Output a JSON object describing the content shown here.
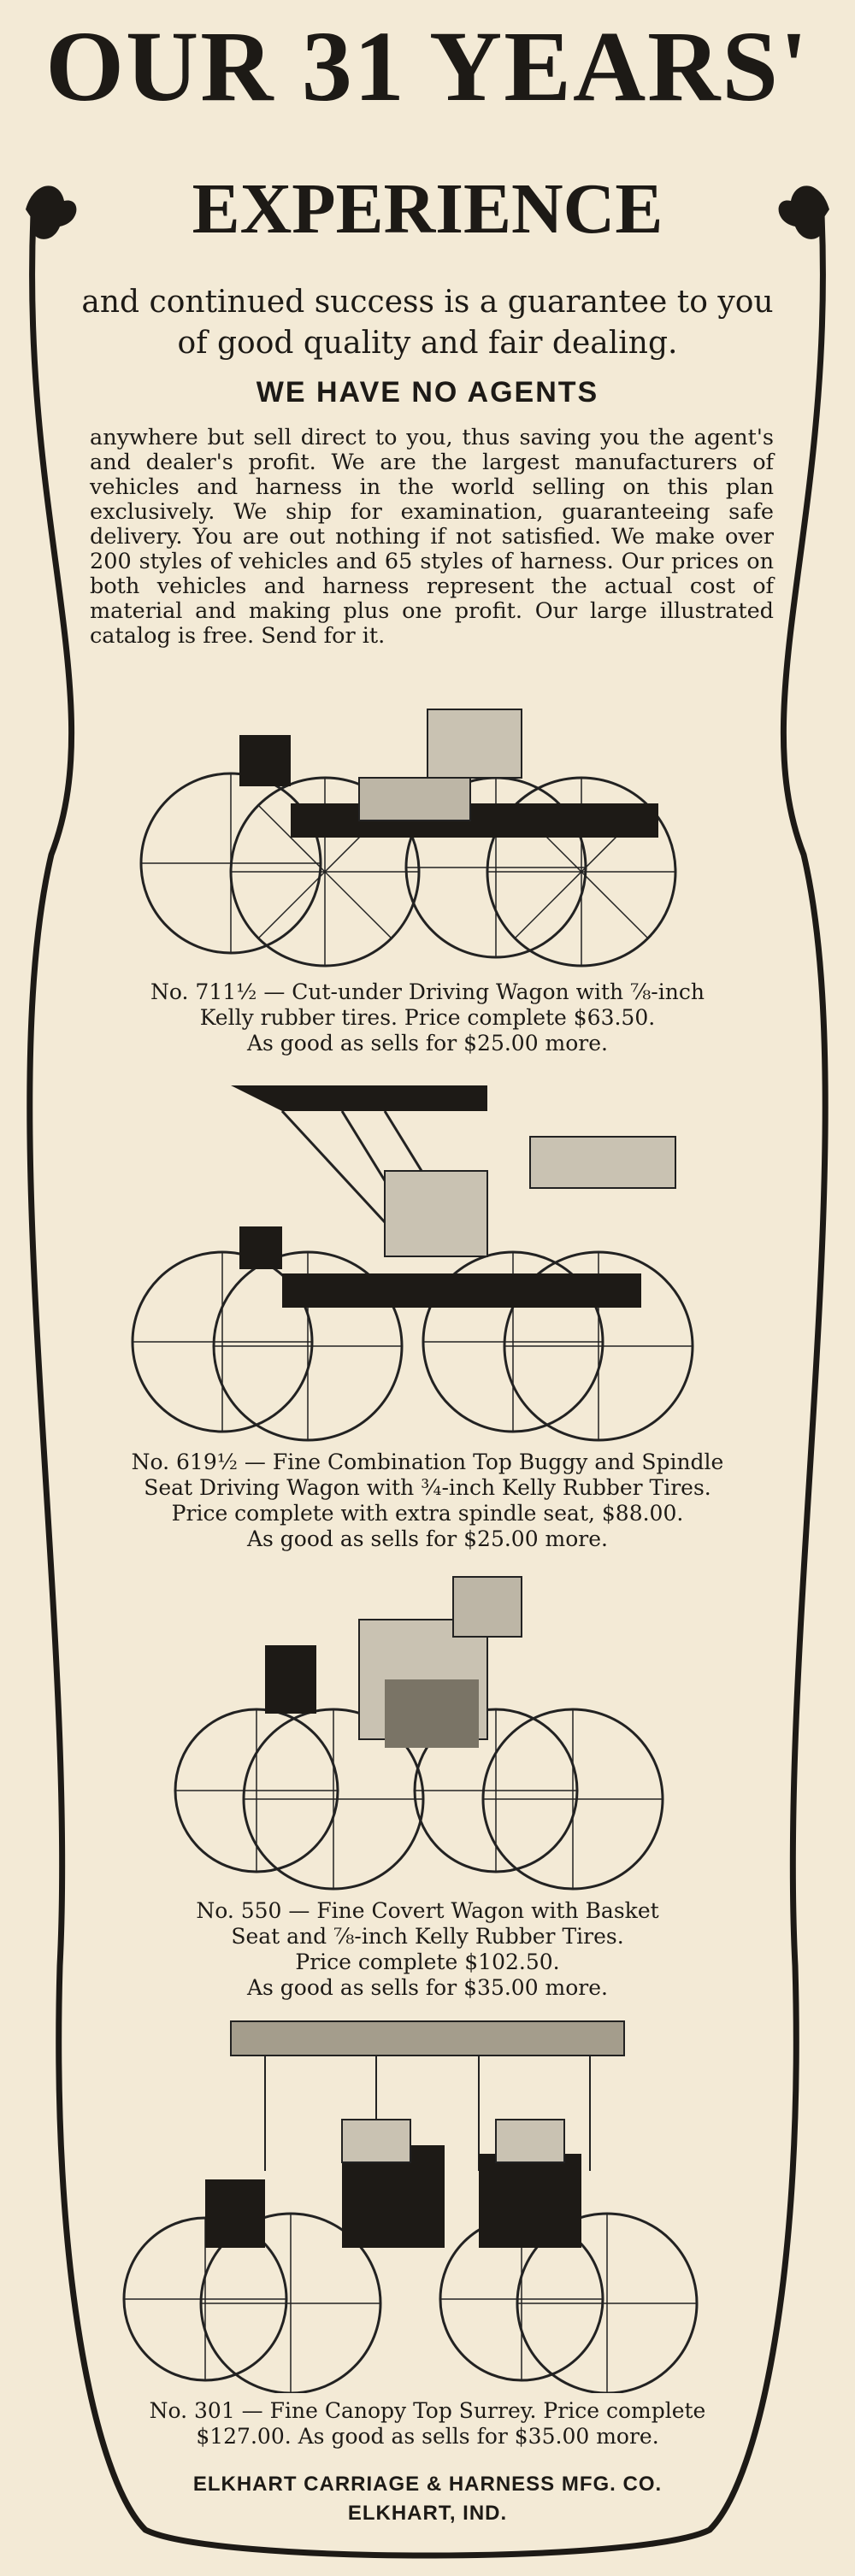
{
  "ad": {
    "headline": "OUR 31 YEARS'",
    "subheadline": "EXPERIENCE",
    "tagline": "and continued success is a guarantee to you of good quality and fair dealing.",
    "no_agents": "WE HAVE NO AGENTS",
    "body": "anywhere but sell direct to you, thus saving you the agent's and dealer's profit. We are the largest manufacturers of vehicles and harness in the world selling on this plan exclusively. We ship for examination, guaranteeing safe delivery. You are out nothing if not satisfied. We make over 200 styles of vehicles and 65 styles of harness. Our prices on both vehicles and harness represent the actual cost of material and making plus one profit. Our large illustrated catalog is free. Send for it."
  },
  "products": [
    {
      "caption_1": "No. 711½ — Cut-under Driving Wagon with ⅞-inch",
      "caption_2": "Kelly rubber tires. Price complete $63.50.",
      "caption_3": "As good as sells for $25.00 more.",
      "image": "cut-under-driving-wagon"
    },
    {
      "caption_1": "No. 619½ — Fine Combination Top Buggy and Spindle",
      "caption_2": "Seat Driving Wagon with ¾-inch Kelly Rubber Tires.",
      "caption_3": "Price complete with extra spindle seat, $88.00.",
      "caption_4": "As good as sells for $25.00 more.",
      "image": "top-buggy"
    },
    {
      "caption_1": "No. 550 — Fine Covert Wagon with Basket",
      "caption_2": "Seat and ⅞-inch Kelly Rubber Tires.",
      "caption_3": "Price complete $102.50.",
      "caption_4": "As good as sells for $35.00 more.",
      "image": "covert-wagon"
    },
    {
      "caption_1": "No. 301 — Fine Canopy Top Surrey. Price complete",
      "caption_2": "$127.00. As good as sells for $35.00 more.",
      "image": "canopy-top-surrey"
    }
  ],
  "company": {
    "name": "ELKHART CARRIAGE & HARNESS MFG. CO.",
    "location": "ELKHART, IND."
  }
}
